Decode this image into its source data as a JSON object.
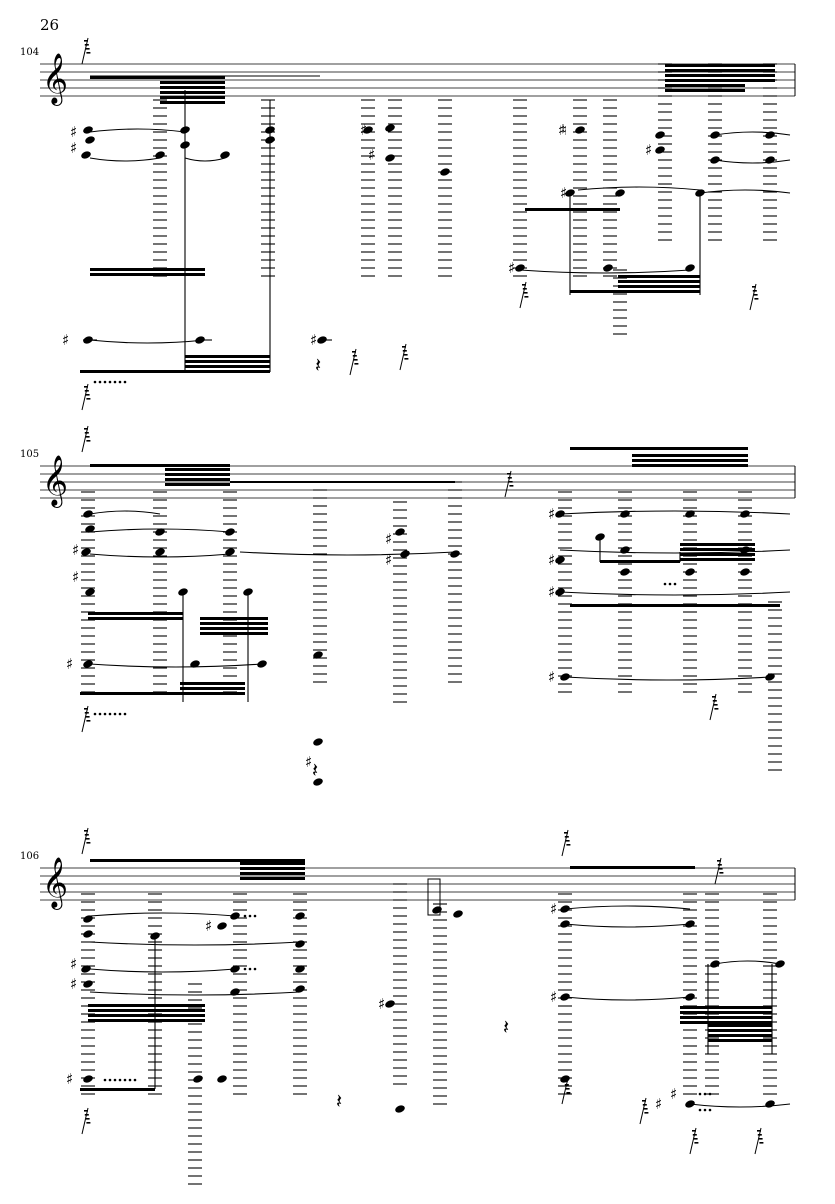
{
  "page": {
    "number": "26"
  },
  "systems": [
    {
      "measure": "104"
    },
    {
      "measure": "105"
    },
    {
      "measure": "106"
    }
  ],
  "colors": {
    "ink": "#000000",
    "paper": "#ffffff"
  },
  "icons": {
    "clef": "treble-clef-icon",
    "rest": "quarter-rest-icon",
    "sharp": "sharp-icon",
    "natural": "natural-icon"
  }
}
